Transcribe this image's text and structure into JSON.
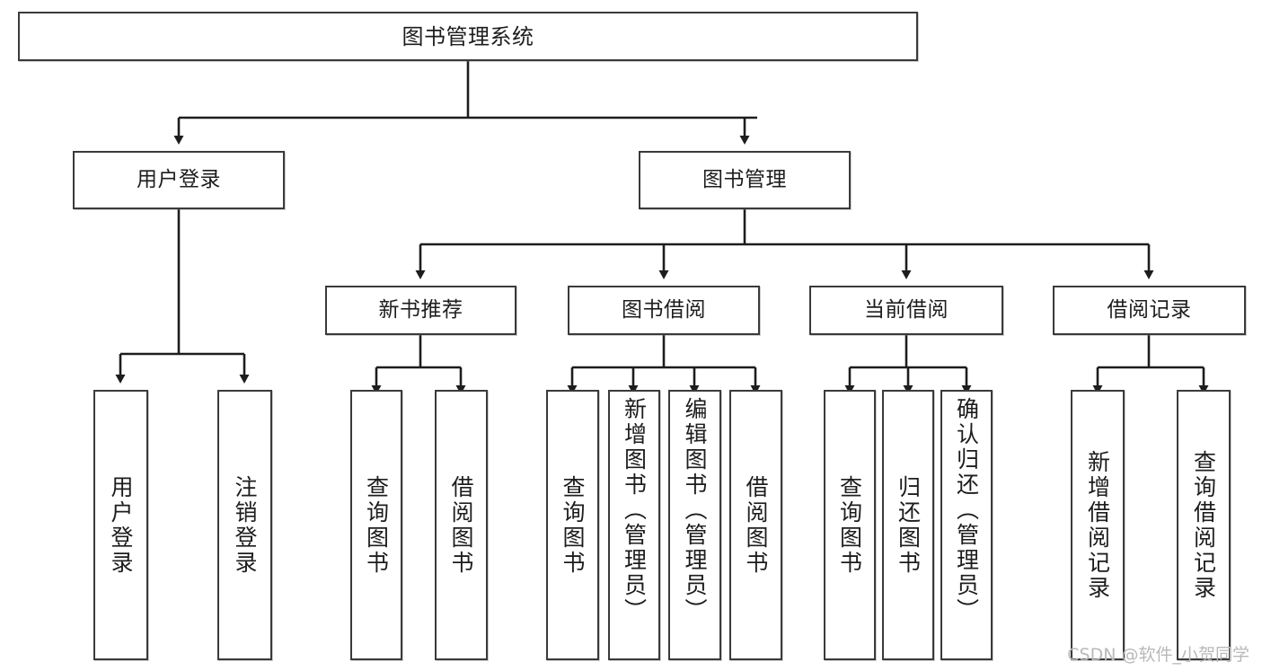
{
  "diagram": {
    "type": "tree",
    "title": "图书管理系统",
    "orientation": "top-down",
    "colors": {
      "node_border": "#3a3a3a",
      "node_fill": "#ffffff",
      "edge": "#1d1d1d",
      "watermark": "#b9b9b9",
      "canvas": "#ffffff"
    }
  },
  "root": {
    "label": "图书管理系统"
  },
  "level2": [
    {
      "label": "用户登录"
    },
    {
      "label": "图书管理"
    }
  ],
  "level3": [
    {
      "label": "新书推荐"
    },
    {
      "label": "图书借阅"
    },
    {
      "label": "当前借阅"
    },
    {
      "label": "借阅记录"
    }
  ],
  "leaves": {
    "user_login": [
      {
        "label": "用户登录"
      },
      {
        "label": "注销登录"
      }
    ],
    "new_book_recommend": [
      {
        "label": "查询图书"
      },
      {
        "label": "借阅图书"
      }
    ],
    "book_borrow": [
      {
        "label": "查询图书"
      },
      {
        "label": "新增图书（管理员）"
      },
      {
        "label": "编辑图书（管理员）"
      },
      {
        "label": "借阅图书"
      }
    ],
    "current_borrow": [
      {
        "label": "查询图书"
      },
      {
        "label": "归还图书"
      },
      {
        "label": "确认归还（管理员）"
      }
    ],
    "borrow_record": [
      {
        "label": "新增借阅记录"
      },
      {
        "label": "查询借阅记录"
      }
    ]
  },
  "watermark": {
    "text": "CSDN @软件_小贺同学"
  }
}
